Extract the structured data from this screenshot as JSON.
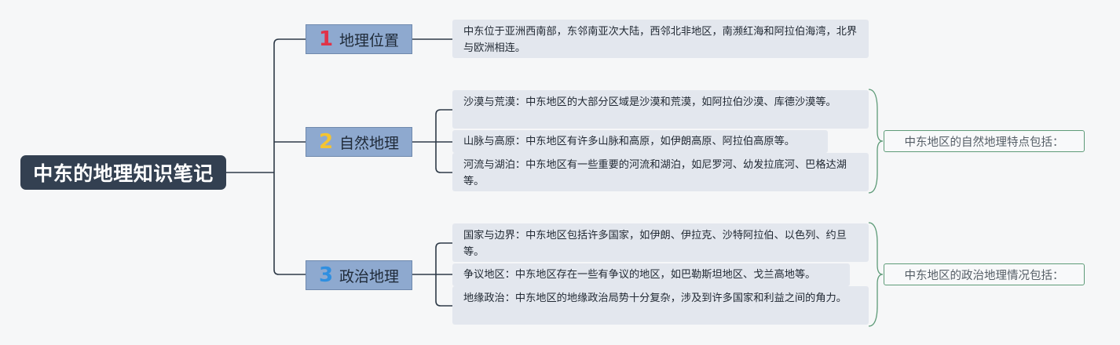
{
  "root": {
    "title": "中东的地理知识笔记"
  },
  "branches": [
    {
      "number": "1",
      "number_color": "#e03348",
      "label": "地理位置",
      "leaves": [
        {
          "text": "中东位于亚洲西南部，东邻南亚次大陆，西邻北非地区，南濒红海和阿拉伯海湾，北界与欧洲相连。"
        }
      ]
    },
    {
      "number": "2",
      "number_color": "#f4c431",
      "label": "自然地理",
      "summary": "中东地区的自然地理特点包括：",
      "leaves": [
        {
          "text": "沙漠与荒漠：中东地区的大部分区域是沙漠和荒漠，如阿拉伯沙漠、库德沙漠等。"
        },
        {
          "text": "山脉与高原：中东地区有许多山脉和高原，如伊朗高原、阿拉伯高原等。"
        },
        {
          "text": "河流与湖泊：中东地区有一些重要的河流和湖泊，如尼罗河、幼发拉底河、巴格达湖等。"
        }
      ]
    },
    {
      "number": "3",
      "number_color": "#2f8fe0",
      "label": "政治地理",
      "summary": "中东地区的政治地理情况包括：",
      "leaves": [
        {
          "text": "国家与边界：中东地区包括许多国家，如伊朗、伊拉克、沙特阿拉伯、以色列、约旦等。"
        },
        {
          "text": "争议地区：中东地区存在一些有争议的地区，如巴勒斯坦地区、戈兰高地等。"
        },
        {
          "text": "地缘政治：中东地区的地缘政治局势十分复杂，涉及到许多国家和利益之间的角力。"
        }
      ]
    }
  ],
  "colors": {
    "root_bg": "#334051",
    "branch_bg": "#8ea9cf",
    "leaf_bg": "#e3e7ee",
    "connector": "#2e3a48",
    "brace": "#5e9b78"
  }
}
